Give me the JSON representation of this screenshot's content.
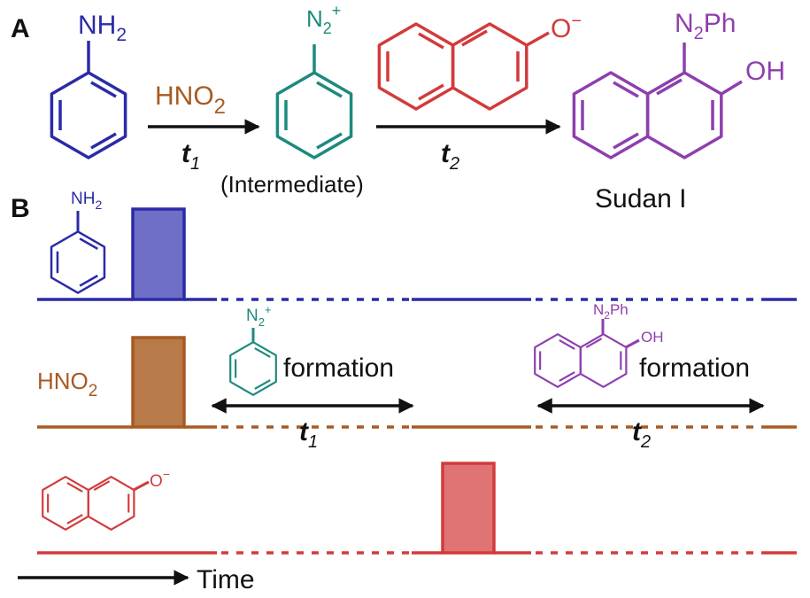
{
  "colors": {
    "aniline": "#2b2ba8",
    "nitrous_acid": "#a85a22",
    "diazonium": "#1d8a7e",
    "naphthoxide": "#d23b3b",
    "sudan": "#8e3fae",
    "black": "#111111"
  },
  "panel_a": {
    "label": "A",
    "aniline_group": "NH",
    "aniline_sub": "2",
    "reagent": "HNO",
    "reagent_sub": "2",
    "step1_time": "t",
    "step1_sub": "1",
    "diazonium_group": "N",
    "diazonium_sub": "2",
    "diazonium_charge": "+",
    "intermediate_caption": "(Intermediate)",
    "naphthoxide_group": "O",
    "naphthoxide_charge": "−",
    "step2_time": "t",
    "step2_sub": "2",
    "product_group": "N",
    "product_group_sub": "2",
    "product_group_tail": "Ph",
    "product_oh": "OH",
    "product_name": "Sudan I"
  },
  "panel_b": {
    "label": "B",
    "aniline_group": "NH",
    "aniline_sub": "2",
    "reagent": "HNO",
    "reagent_sub": "2",
    "diazonium_group": "N",
    "diazonium_sub": "2",
    "diazonium_charge": "+",
    "formation1": "formation",
    "t1": "t",
    "t1_sub": "1",
    "product_group": "N",
    "product_group_sub": "2",
    "product_group_tail": "Ph",
    "product_oh": "OH",
    "formation2": "formation",
    "t2": "t",
    "t2_sub": "2",
    "naphthoxide_group": "O",
    "naphthoxide_charge": "−",
    "time_label": "Time"
  }
}
